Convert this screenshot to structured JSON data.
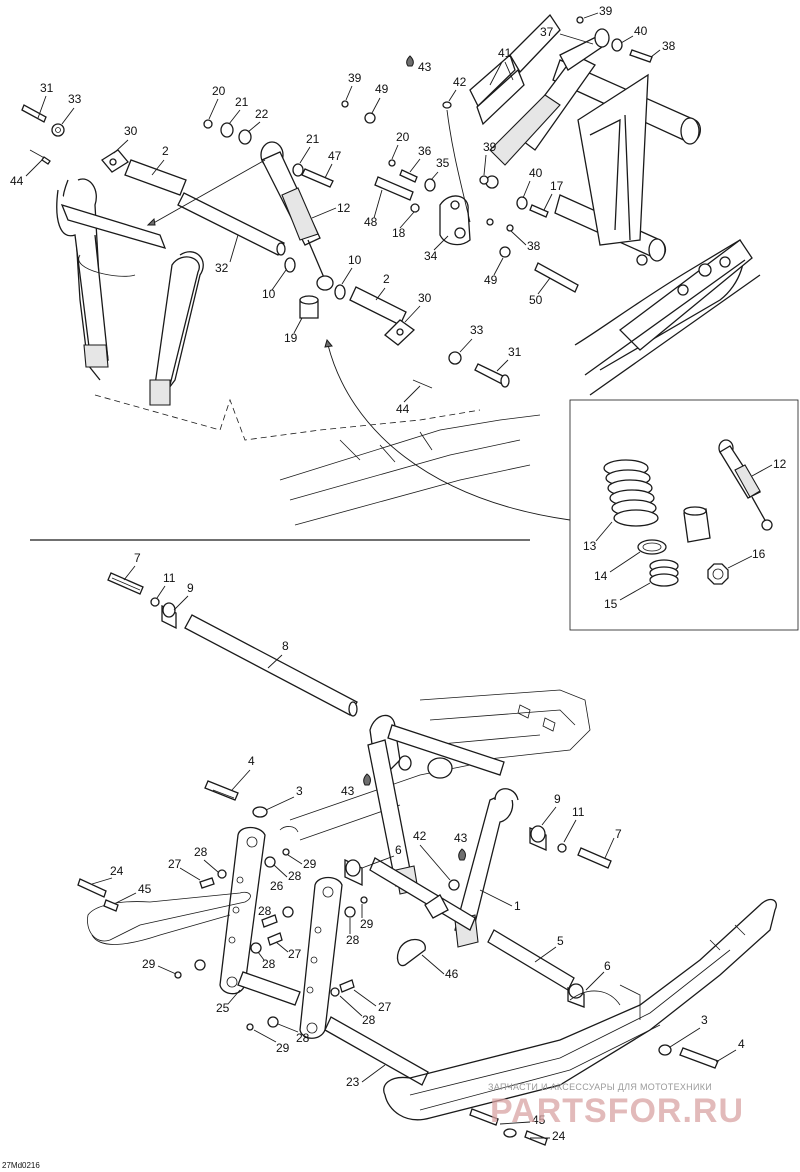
{
  "diagram": {
    "drawing_code": "27Md0216",
    "watermark": {
      "tagline": "ЗАПЧАСТИ И АКСЕССУАРЫ ДЛЯ МОТОТЕХНИКИ",
      "brand": "PARTSFOR.RU"
    },
    "callouts": {
      "c31a": "31",
      "c33a": "33",
      "c30a": "30",
      "c2a": "2",
      "c44a": "44",
      "c20a": "20",
      "c21a": "21",
      "c22": "22",
      "c32": "32",
      "c10a": "10",
      "c39a": "39",
      "c49a": "49",
      "c43a": "43",
      "c42a": "42",
      "c37": "37",
      "c39b": "39",
      "c40a": "40",
      "c38a": "38",
      "c41": "41",
      "c21b": "21",
      "c47": "47",
      "c12a": "12",
      "c20b": "20",
      "c36": "36",
      "c35": "35",
      "c39c": "39",
      "c40b": "40",
      "c17": "17",
      "c48": "48",
      "c18": "18",
      "c34": "34",
      "c38b": "38",
      "c49b": "49",
      "c50": "50",
      "c10b": "10",
      "c2b": "2",
      "c19": "19",
      "c30b": "30",
      "c33b": "33",
      "c31b": "31",
      "c44b": "44",
      "c12b": "12",
      "c13": "13",
      "c14": "14",
      "c15": "15",
      "c16": "16",
      "c7a": "7",
      "c11a": "11",
      "c9a": "9",
      "c8": "8",
      "c4a": "4",
      "c3a": "3",
      "c43b": "43",
      "c9b": "9",
      "c11b": "11",
      "c7b": "7",
      "c27a": "27",
      "c28a": "28",
      "c29a": "29",
      "c26": "26",
      "c6a": "6",
      "c42b": "42",
      "c43c": "43",
      "c1": "1",
      "c24a": "24",
      "c45a": "45",
      "c28b": "28",
      "c29b": "29",
      "c28c": "28",
      "c27b": "27",
      "c28d": "28",
      "c29c": "29",
      "c28e": "28",
      "c46": "46",
      "c5": "5",
      "c6b": "6",
      "c25": "25",
      "c27c": "27",
      "c28f": "28",
      "c29d": "29",
      "c28g": "28",
      "c3b": "3",
      "c4b": "4",
      "c23": "23",
      "c45b": "45",
      "c24b": "24"
    }
  }
}
